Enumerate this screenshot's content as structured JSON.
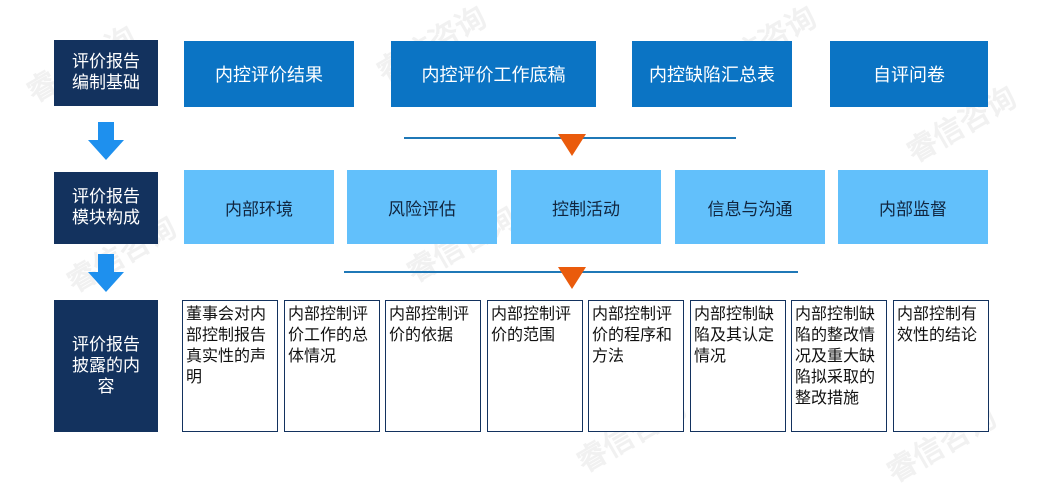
{
  "rows": [
    {
      "label": "评价报告\n编制基础"
    },
    {
      "label": "评价报告\n模块构成"
    },
    {
      "label": "评价报告\n披露的内\n容"
    }
  ],
  "basis": [
    "内控评价结果",
    "内控评价工作底稿",
    "内控缺陷汇总表",
    "自评问卷"
  ],
  "modules": [
    "内部环境",
    "风险评估",
    "控制活动",
    "信息与沟通",
    "内部监督"
  ],
  "contents": [
    "董事会对内部控制报告真实性的声明",
    "内部控制评价工作的总体情况",
    "内部控制评价的依据",
    "内部控制评价的范围",
    "内部控制评价的程序和方法",
    "内部控制缺陷及其认定情况",
    "内部控制缺陷的整改情况及重大缺陷拟采取的整改措施",
    "内部控制有效性的结论"
  ],
  "watermark": "睿信咨询",
  "colors": {
    "label_bg": "#13325e",
    "basis_bg": "#0b74c4",
    "module_bg": "#62c0fb",
    "arrow_blue": "#1e90ee",
    "arrow_orange": "#ea5b0c"
  }
}
